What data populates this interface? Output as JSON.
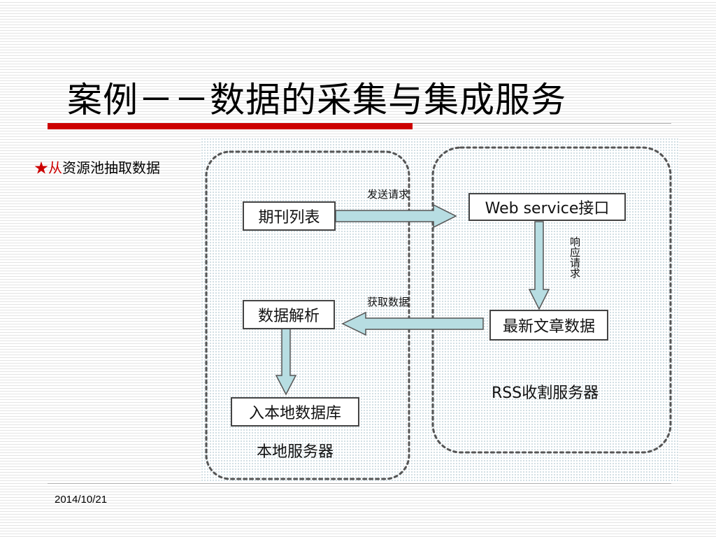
{
  "slide": {
    "title": "案例－－数据的采集与集成服务",
    "bullet": {
      "star": "★",
      "lead": "从",
      "rest": "资源池抽取数据"
    },
    "footer_date": "2014/10/21",
    "colors": {
      "accent": "#cc0000",
      "arrow_fill": "#b7dde2",
      "arrow_stroke": "#555555"
    }
  },
  "diagram": {
    "groups": {
      "local": "本地服务器",
      "rss": "RSS收割服务器"
    },
    "nodes": {
      "journal_list": "期刊列表",
      "web_service": "Web service接口",
      "latest_articles": "最新文章数据",
      "data_parsing": "数据解析",
      "local_db": "入本地数据库"
    },
    "edges": {
      "send_request": "发送请求",
      "respond_request": "响应请求",
      "fetch_data": "获取数据"
    }
  }
}
